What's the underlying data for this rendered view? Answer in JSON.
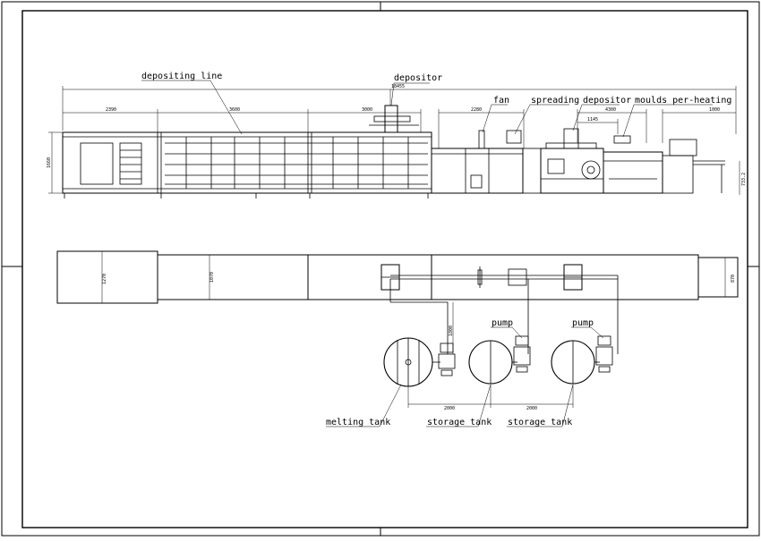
{
  "labels": {
    "depositing_line": "depositing line",
    "depositor_top": "depositor",
    "fan": "fan",
    "spreading": "spreading",
    "depositor": "depositor",
    "moulds_preheating": "moulds per-heating",
    "pump_1": "pump",
    "pump_2": "pump",
    "melting_tank": "melting tank",
    "storage_tank_1": "storage tank",
    "storage_tank_2": "storage tank"
  },
  "dimensions": {
    "overall_length": "18455",
    "d_2390": "2390",
    "d_3600": "3600",
    "d_3000": "3000",
    "d_2280": "2280",
    "d_4300": "4300",
    "d_1145": "1145",
    "d_1000": "1000",
    "height": "1660",
    "conveyor_height": "733.2",
    "width_1270": "1270",
    "width_1070": "1070",
    "width_870": "870",
    "pipe_1800": "1800",
    "tank_spacing_1": "2000",
    "tank_spacing_2": "2000"
  }
}
